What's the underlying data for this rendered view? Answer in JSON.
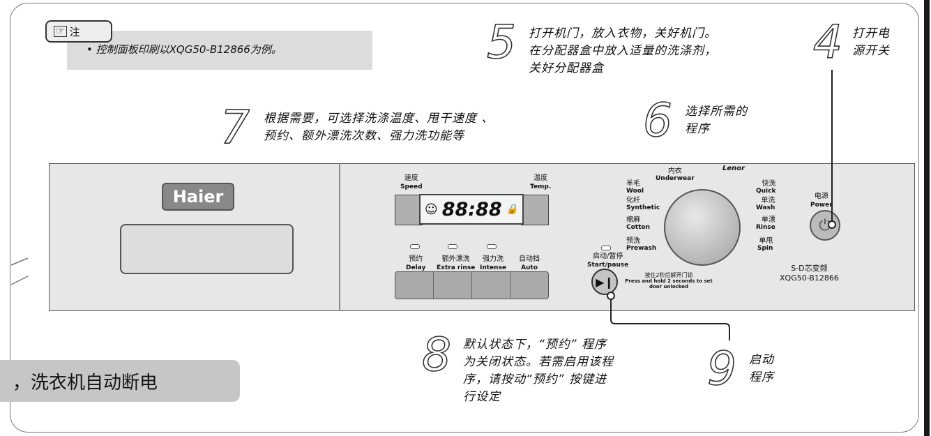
{
  "note": {
    "tag_icon": "pointer-icon",
    "tag_label": "注",
    "text": "• 控制面板印刷以XQG50-B12866为例。"
  },
  "steps": [
    {
      "num": "5",
      "text": [
        "打开机门，放入衣物，关好机门。",
        "在分配器盒中放入适量的洗涤剂，",
        "关好分配器盒"
      ]
    },
    {
      "num": "4",
      "text": [
        "打开电",
        "源开关"
      ]
    },
    {
      "num": "7",
      "text": [
        "根据需要，可选择洗涤温度、甩干速度 、",
        "预约、额外漂洗次数、强力洗功能等"
      ]
    },
    {
      "num": "6",
      "text": [
        "选择所需的",
        "程序"
      ]
    },
    {
      "num": "8",
      "text": [
        "默认状态下，“预约” 程序",
        "为关闭状态。若需启用该程",
        "序，请按动“预约” 按键进",
        "行设定"
      ]
    },
    {
      "num": "9",
      "text": [
        "启动",
        "程序"
      ]
    }
  ],
  "banner": "，洗衣机自动断电",
  "panel": {
    "brand": "Haier",
    "speed_cn": "速度",
    "speed_en": "Speed",
    "temp_cn": "温度",
    "temp_en": "Temp.",
    "lcd_value": "88:88",
    "buttons": [
      {
        "cn": "预约",
        "en": "Delay"
      },
      {
        "cn": "额外漂洗",
        "en": "Extra rinse"
      },
      {
        "cn": "强力洗",
        "en": "Intense"
      },
      {
        "cn": "自动挡",
        "en": "Auto"
      }
    ],
    "start_cn": "启动/暂停",
    "start_en": "Start/pause",
    "hold_cn": "按住2秒后解开门锁",
    "hold_en": "Press and hold 2 seconds to set door unlocked",
    "programs": {
      "underwear_cn": "内衣",
      "underwear_en": "Underwear",
      "lenor": "Lenor",
      "wool_cn": "羊毛",
      "wool_en": "Wool",
      "quick_cn": "快洗",
      "quick_en": "Quick",
      "synthetic_cn": "化纤",
      "synthetic_en": "Synthetic",
      "wash_cn": "单洗",
      "wash_en": "Wash",
      "cotton_cn": "棉麻",
      "cotton_en": "Cotton",
      "rinse_cn": "单漂",
      "rinse_en": "Rinse",
      "prewash_cn": "预洗",
      "prewash_en": "Prewash",
      "spin_cn": "单甩",
      "spin_en": "Spin"
    },
    "power_cn": "电源",
    "power_en": "Power",
    "model_series": "S-D芯变频",
    "model": "XQG50-B12866"
  }
}
